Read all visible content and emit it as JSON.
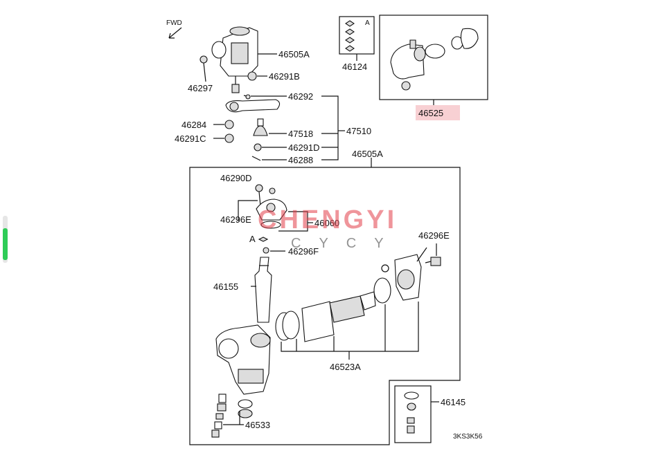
{
  "diagram": {
    "fwd_label": "FWD",
    "labels": {
      "p46505A_top": "46505A",
      "p46291B": "46291B",
      "p46297": "46297",
      "p46292": "46292",
      "p46284": "46284",
      "p46291C": "46291C",
      "p47518": "47518",
      "p47510": "47510",
      "p46291D": "46291D",
      "p46288": "46288",
      "p46124": "46124",
      "p46124_ref": "A",
      "p46525": "46525",
      "p46505A_box": "46505A",
      "p46290D": "46290D",
      "p46296E_left": "46296E",
      "p46060": "46060",
      "ref_A": "A",
      "p46296F": "46296F",
      "p46296E_right": "46296E",
      "p46155": "46155",
      "p46523A": "46523A",
      "p46145": "46145",
      "p46533": "46533",
      "code": "3KS3K56"
    },
    "highlight_color": "#f8d0d3",
    "watermark": {
      "main": "CHENGYI",
      "sub": "CYCY",
      "color": "#e3404b"
    }
  }
}
